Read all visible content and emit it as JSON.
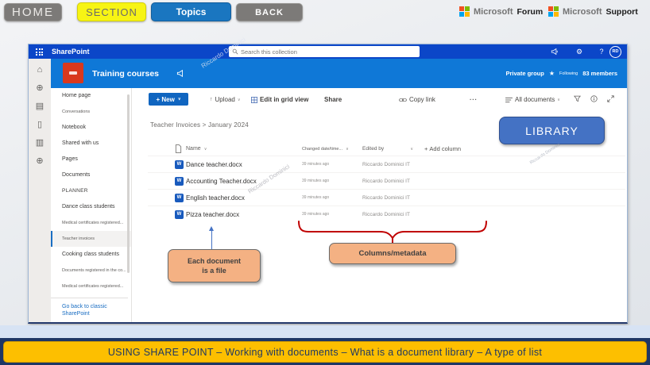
{
  "nav": {
    "home": "HOME",
    "section": "SECTION",
    "topics": "Topics",
    "back": "BACK"
  },
  "logos": {
    "microsoft": "Microsoft",
    "forum": "Forum",
    "support": "Support"
  },
  "suitebar": {
    "app": "SharePoint",
    "search_placeholder": "Search this collection",
    "avatar_initials": "RD"
  },
  "site": {
    "name": "Training courses",
    "privacy": "Private group",
    "following": "Following",
    "members": "83 members"
  },
  "watermark": {
    "text": "Riccardo Dominici"
  },
  "icons": {
    "chevron_down": "∨",
    "gear": "⚙",
    "help": "?",
    "star": "★",
    "upload_arrow": "↑",
    "more": "...",
    "plus": "+",
    "rail": [
      {
        "name": "home-icon",
        "glyph": "⌂"
      },
      {
        "name": "globe-icon",
        "glyph": "⊕"
      },
      {
        "name": "id-card-icon",
        "glyph": "▤"
      },
      {
        "name": "page-icon",
        "glyph": "▯"
      },
      {
        "name": "news-icon",
        "glyph": "▥"
      },
      {
        "name": "plus-circle-icon",
        "glyph": "⊕"
      }
    ]
  },
  "sidebar": {
    "items": [
      {
        "label": "Home page"
      },
      {
        "label": "Conversations",
        "small": true
      },
      {
        "label": "Notebook"
      },
      {
        "label": "Shared with us"
      },
      {
        "label": "Pages"
      },
      {
        "label": "Documents"
      },
      {
        "label": "PLANNER",
        "header": true
      },
      {
        "label": "Dance class students"
      },
      {
        "label": "Medical certificates registered...",
        "small": true
      },
      {
        "label": "Teacher invoices",
        "small": true,
        "selected": true
      },
      {
        "label": "Cooking class students"
      },
      {
        "label": "Documents registered in the co...",
        "small": true
      },
      {
        "label": "Medical certificates registered...",
        "small": true
      }
    ],
    "back_link_line1": "Go back to classic",
    "back_link_line2": "SharePoint"
  },
  "toolbar": {
    "new": "+ New",
    "upload": "Upload",
    "edit_grid": "Edit in grid view",
    "share": "Share",
    "copy_link": "Copy link",
    "view": "All documents"
  },
  "breadcrumb": {
    "library": "Teacher Invoices",
    "sep": ">",
    "folder": "January 2024"
  },
  "table": {
    "headers": {
      "name": "Name",
      "changed": "Changed date/time...",
      "edited": "Edited by",
      "add": "Add column"
    },
    "word_glyph": "W",
    "rows": [
      {
        "name": "Dance teacher.docx",
        "changed": "39 minutes ago",
        "edited": "Riccardo Dominici IT"
      },
      {
        "name": "Accounting Teacher.docx",
        "changed": "39 minutes ago",
        "edited": "Riccardo Dominici IT"
      },
      {
        "name": "English teacher.docx",
        "changed": "39 minutes ago",
        "edited": "Riccardo Dominici IT"
      },
      {
        "name": "Pizza teacher.docx",
        "changed": "39 minutes ago",
        "edited": "Riccardo Dominici IT"
      }
    ]
  },
  "annotations": {
    "library": "LIBRARY",
    "file_callout_line1": "Each document",
    "file_callout_line2": "is a file",
    "columns_callout": "Columns/metadata"
  },
  "banner": {
    "text": "USING SHARE POINT – Working with documents – What is a document library – A type of list"
  },
  "colors": {
    "suitebar_blue": "#0b46c8",
    "siteheader_blue": "#0f78d7",
    "accent_blue": "#4472c4",
    "banner_yellow": "#fdbf00",
    "banner_text_navy": "#1f3864",
    "callout_peach": "#f4b183",
    "brace_red": "#c00000",
    "site_logo_red": "#d9381e",
    "word_blue": "#185abd"
  }
}
